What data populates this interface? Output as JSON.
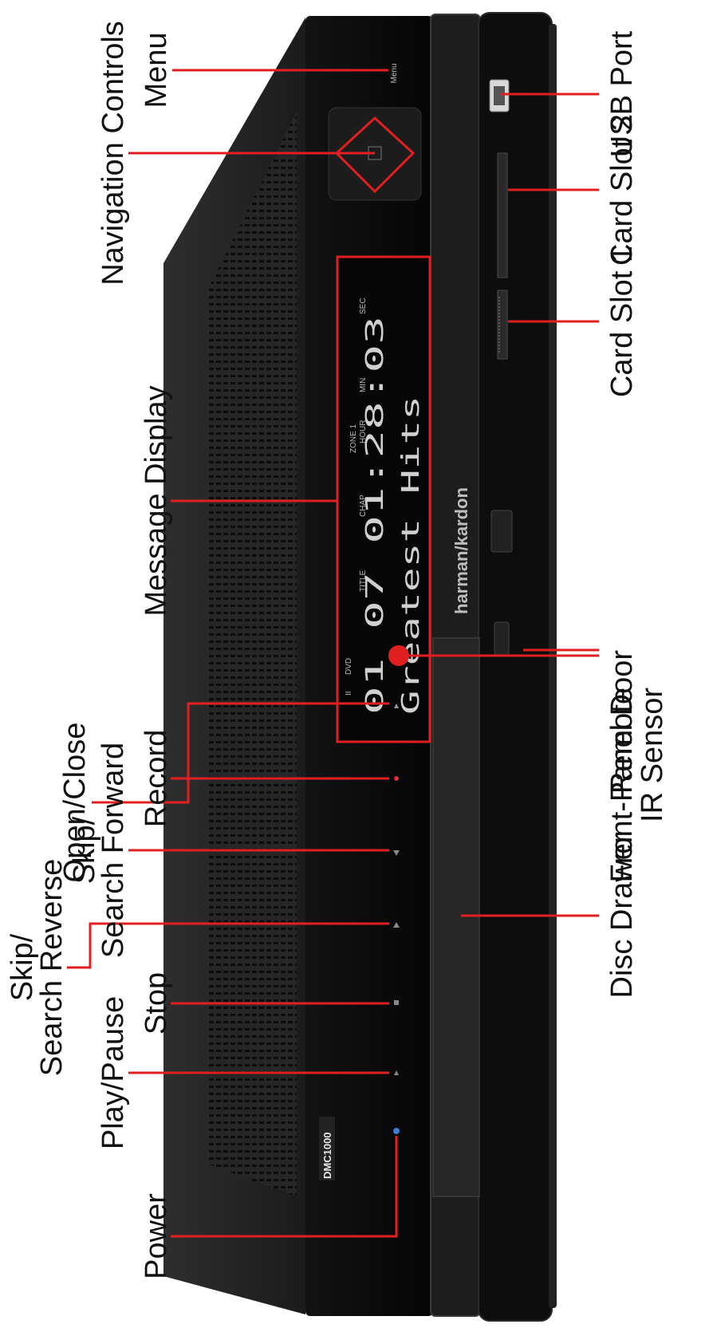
{
  "device": {
    "brand": "harman/kardon",
    "model_badge": "DMC1000",
    "menu_text": "Menu"
  },
  "display": {
    "indicators": [
      "II",
      "DVD",
      "TITLE",
      "CHAP",
      "HOUR",
      "ZONE 1",
      "MIN",
      "SEC"
    ],
    "time_line": "01 07 01:28:03",
    "text_line": "Greatest Hits"
  },
  "callouts": {
    "menu": "Menu",
    "navigation_controls": "Navigation Controls",
    "message_display": "Message Display",
    "open_close": "Open/Close",
    "skip_forward_1": "Skip/",
    "skip_forward_2": "Search Forward",
    "record": "Record",
    "skip_reverse_1": "Skip/",
    "skip_reverse_2": "Search Reverse",
    "stop": "Stop",
    "play_pause": "Play/Pause",
    "power": "Power",
    "usb_port": "USB Port",
    "card_slot_2": "Card Slot 2",
    "card_slot_1": "Card Slot 1",
    "front_panel_door": "Front-Panel Door",
    "remote_1": "Remote",
    "remote_2": "IR Sensor",
    "disc_drawer": "Disc Drawer"
  },
  "colors": {
    "leader": "#e02020",
    "device_body": "#1a1a1a",
    "label_text": "#111111"
  }
}
